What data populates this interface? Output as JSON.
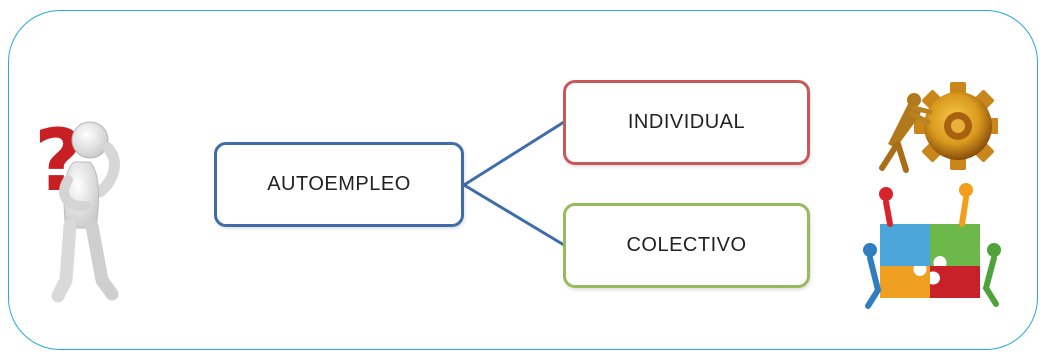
{
  "diagram": {
    "root": {
      "label": "AUTOEMPLEO",
      "color": "#3f6da9"
    },
    "children": [
      {
        "label": "INDIVIDUAL",
        "color": "#c8585a"
      },
      {
        "label": "COLECTIVO",
        "color": "#97bb5c"
      }
    ],
    "connector_color": "#3f6da9",
    "frame_color": "#29a8e0"
  },
  "icons": {
    "left": "thinking-person-question-icon",
    "top_right": "person-pushing-gear-icon",
    "bottom_right": "people-puzzle-teamwork-icon"
  }
}
